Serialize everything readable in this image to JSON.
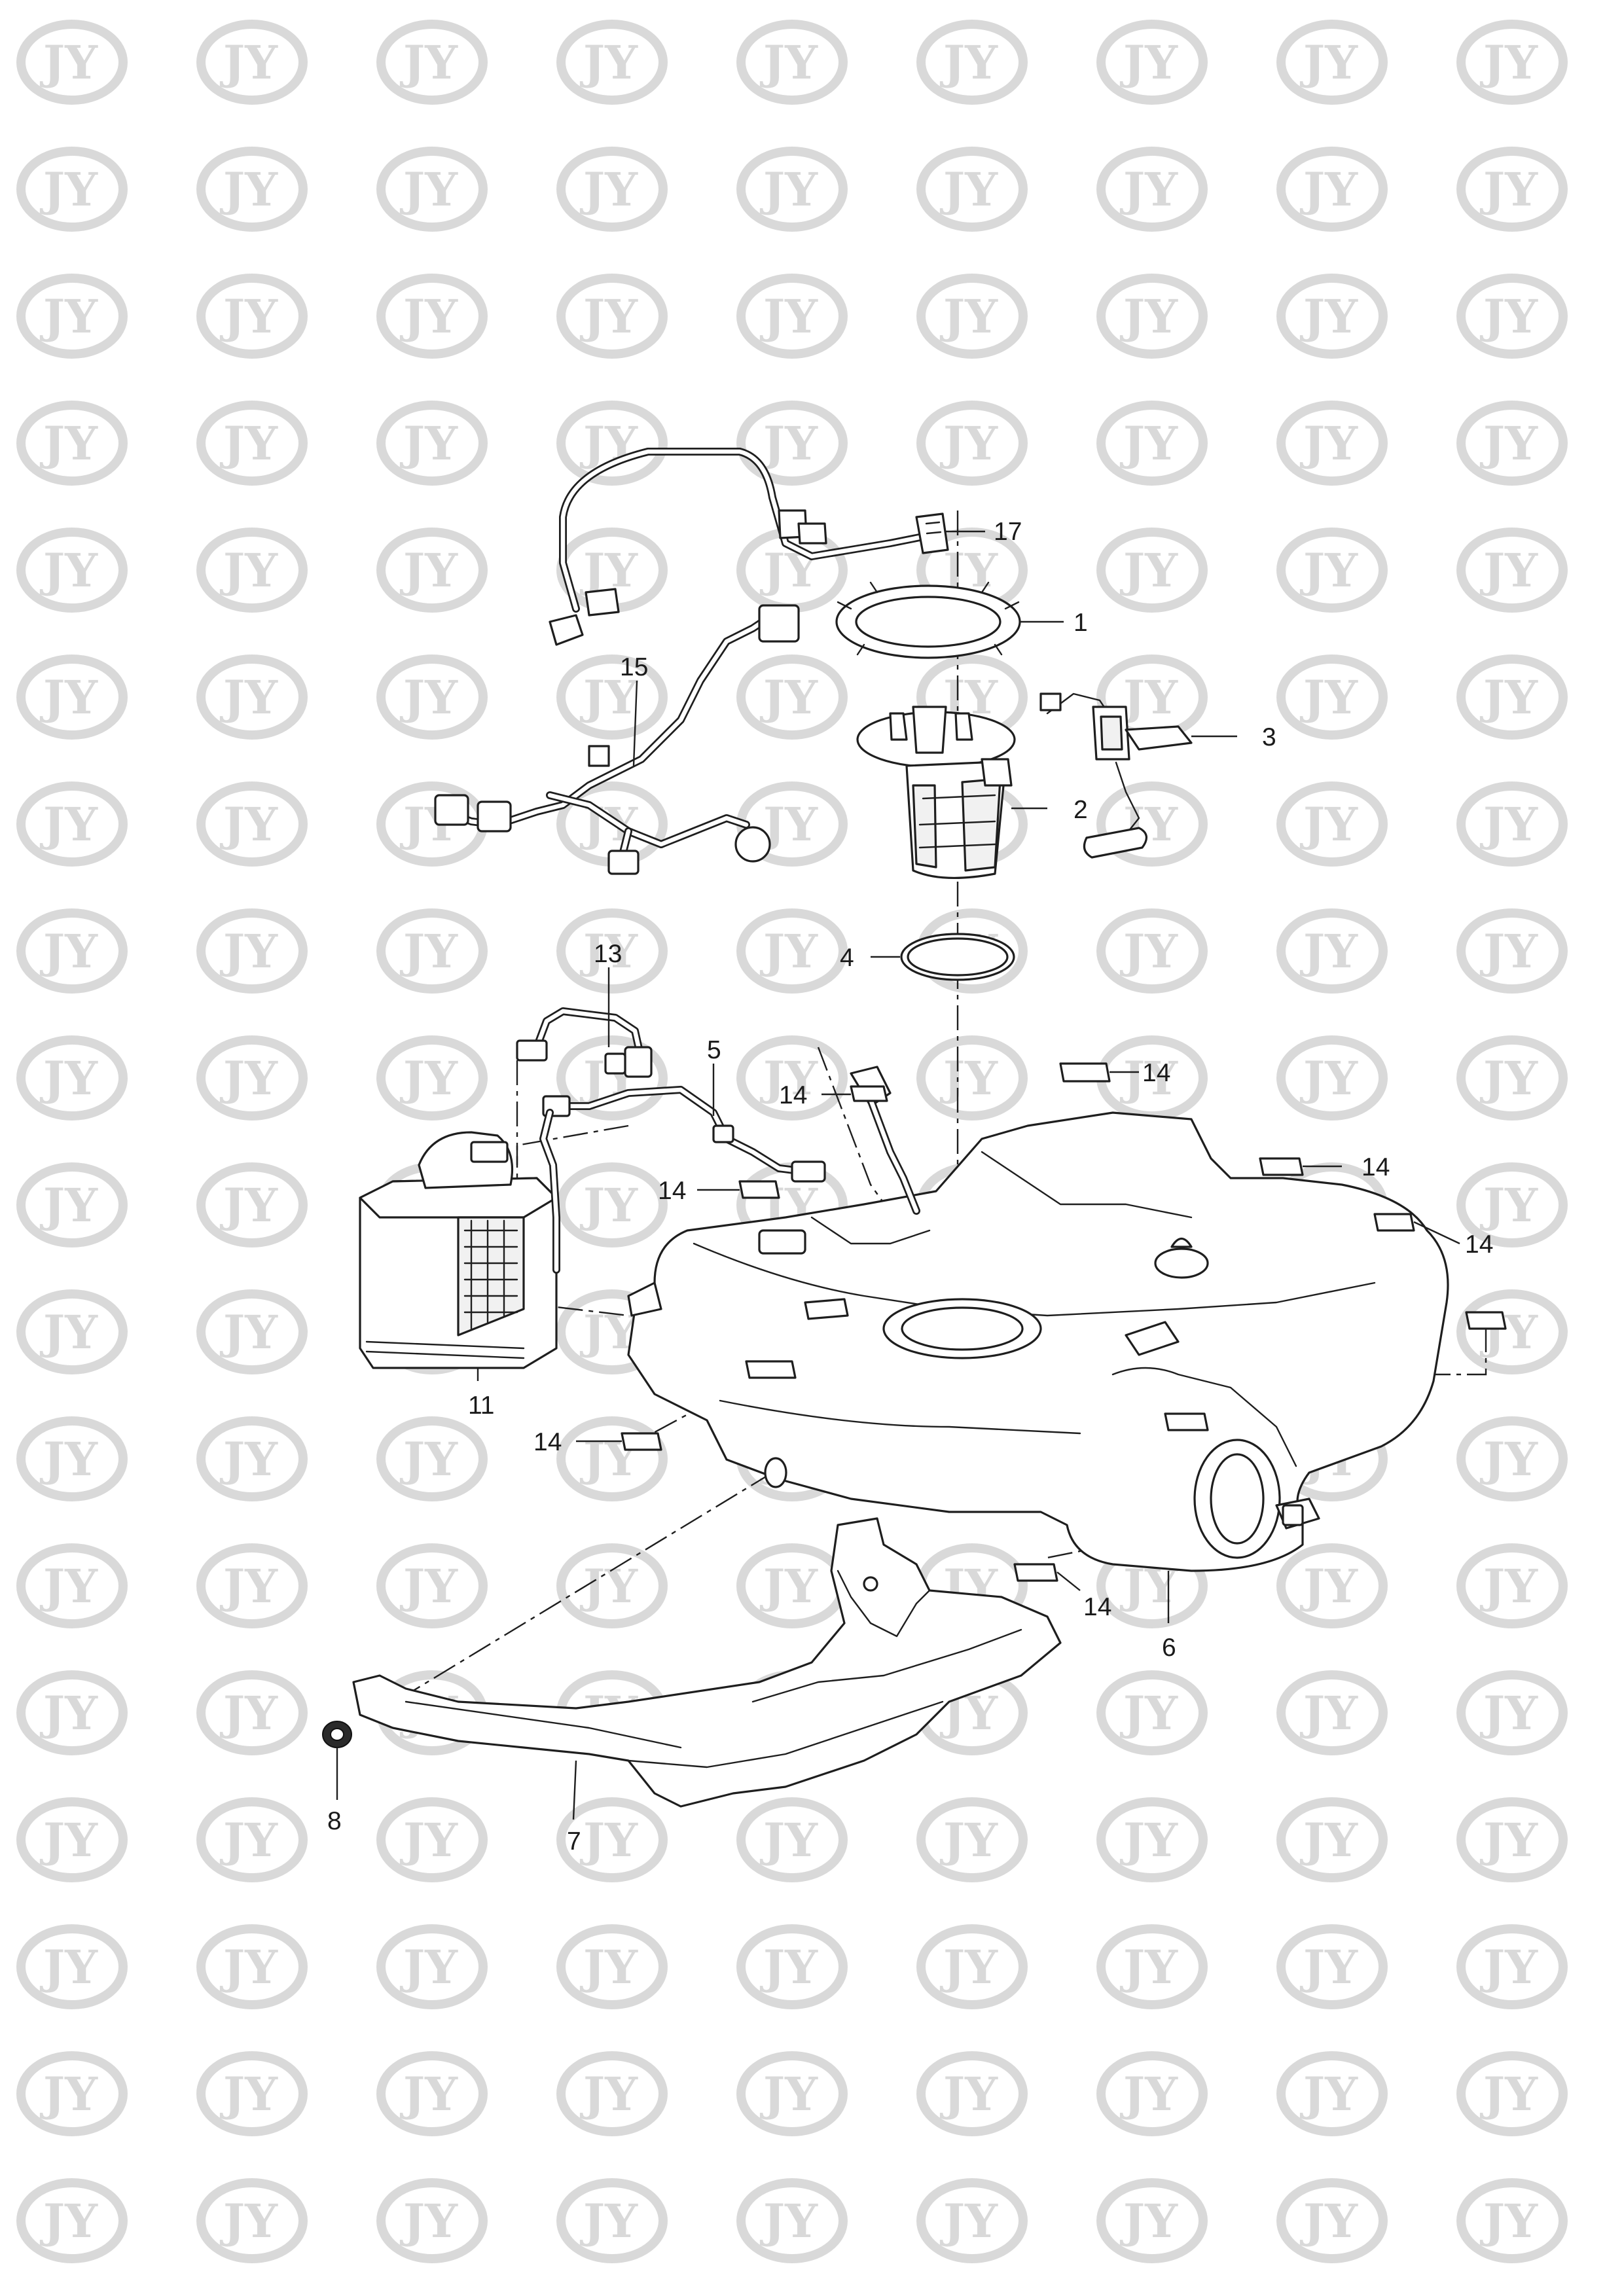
{
  "watermark": {
    "text": "JY",
    "color": "#d9d9d9"
  },
  "callouts": [
    {
      "id": "17",
      "label": "17"
    },
    {
      "id": "1",
      "label": "1"
    },
    {
      "id": "15",
      "label": "15"
    },
    {
      "id": "3",
      "label": "3"
    },
    {
      "id": "2",
      "label": "2"
    },
    {
      "id": "13",
      "label": "13"
    },
    {
      "id": "4",
      "label": "4"
    },
    {
      "id": "5",
      "label": "5"
    },
    {
      "id": "14a",
      "label": "14"
    },
    {
      "id": "14b",
      "label": "14"
    },
    {
      "id": "14c",
      "label": "14"
    },
    {
      "id": "14d",
      "label": "14"
    },
    {
      "id": "14e",
      "label": "14"
    },
    {
      "id": "14f",
      "label": "14"
    },
    {
      "id": "14g",
      "label": "14"
    },
    {
      "id": "11",
      "label": "11"
    },
    {
      "id": "6",
      "label": "6"
    },
    {
      "id": "8",
      "label": "8"
    },
    {
      "id": "7",
      "label": "7"
    }
  ]
}
